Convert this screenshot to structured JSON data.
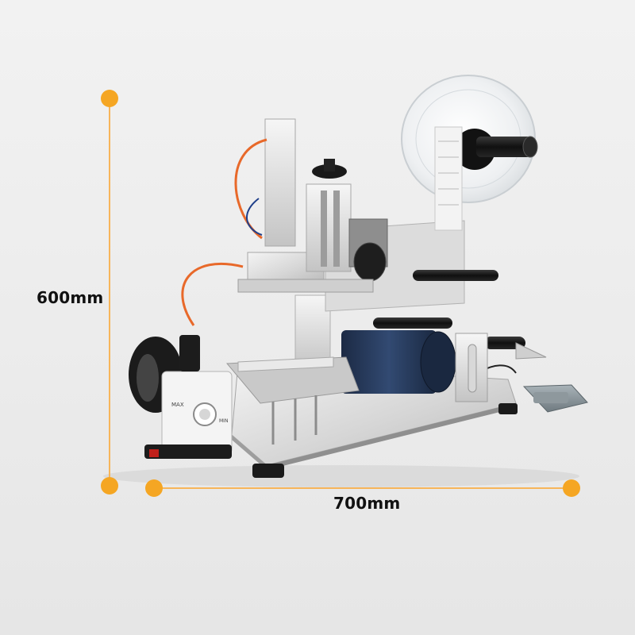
{
  "dimensions": {
    "height_label": "600mm",
    "width_label": "700mm",
    "accent_color": "#f5a623",
    "line_color": "#f7b55a"
  },
  "pump": {
    "brand_text": "MAX",
    "sub_text": "MIN"
  }
}
